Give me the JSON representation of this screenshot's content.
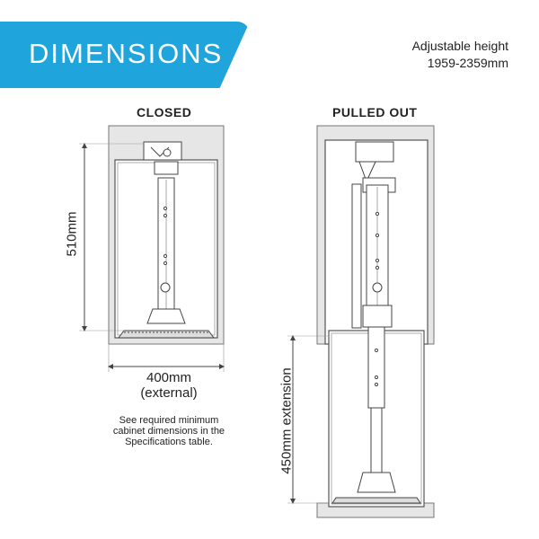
{
  "header": {
    "title": "DIMENSIONS",
    "height_line1": "Adjustable height",
    "height_line2": "1959-2359mm"
  },
  "views": {
    "closed_label": "CLOSED",
    "pulled_label": "PULLED OUT"
  },
  "dimensions": {
    "height_closed": "510mm",
    "width_line1": "400mm",
    "width_line2": "(external)",
    "extension": "450mm extension"
  },
  "note": {
    "line1": "See required minimum",
    "line2": "cabinet dimensions in the",
    "line3": "Specifications table."
  },
  "colors": {
    "accent": "#1fa5dc",
    "cabinet_fill": "#e6e6e6",
    "line": "#444444"
  }
}
